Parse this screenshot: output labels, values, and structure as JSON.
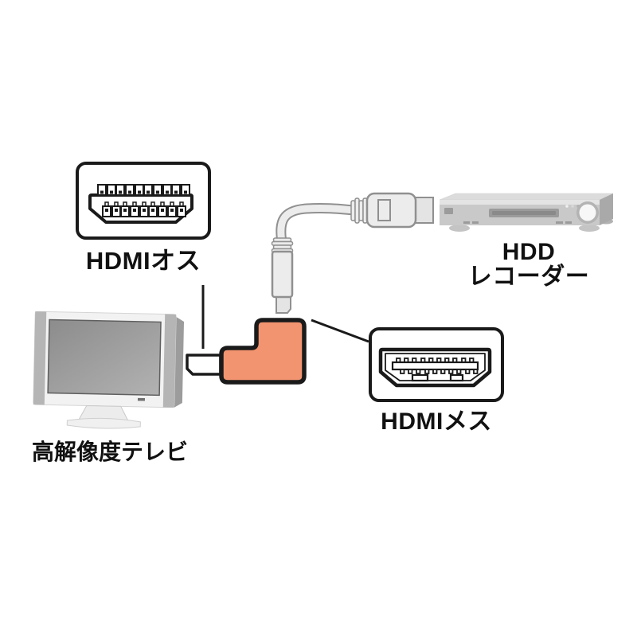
{
  "diagram": {
    "components": [
      "hdmi-male-connector-closeup",
      "hdd-recorder",
      "hdmi-cable",
      "right-angle-hdmi-adapter",
      "high-resolution-tv",
      "hdmi-female-connector-closeup"
    ]
  },
  "labels": {
    "hdmi_male": "HDMIオス",
    "recorder_line1": "HDD",
    "recorder_line2": "レコーダー",
    "hdmi_female": "HDMIメス",
    "tv": "高解像度テレビ"
  },
  "colors": {
    "background": "#ffffff",
    "outline": "#1a1a1a",
    "adapter_orange": "#F1946F",
    "cable_fill": "#ececec",
    "cable_outline": "#909090",
    "device_top": "#dcdcdc",
    "device_front": "#c9c9c9",
    "device_side": "#a9a9a9",
    "tv_speaker": "#b5b5b5",
    "tv_screen_dark": "#8c8c8c",
    "tv_screen_light": "#b2b2b2"
  }
}
